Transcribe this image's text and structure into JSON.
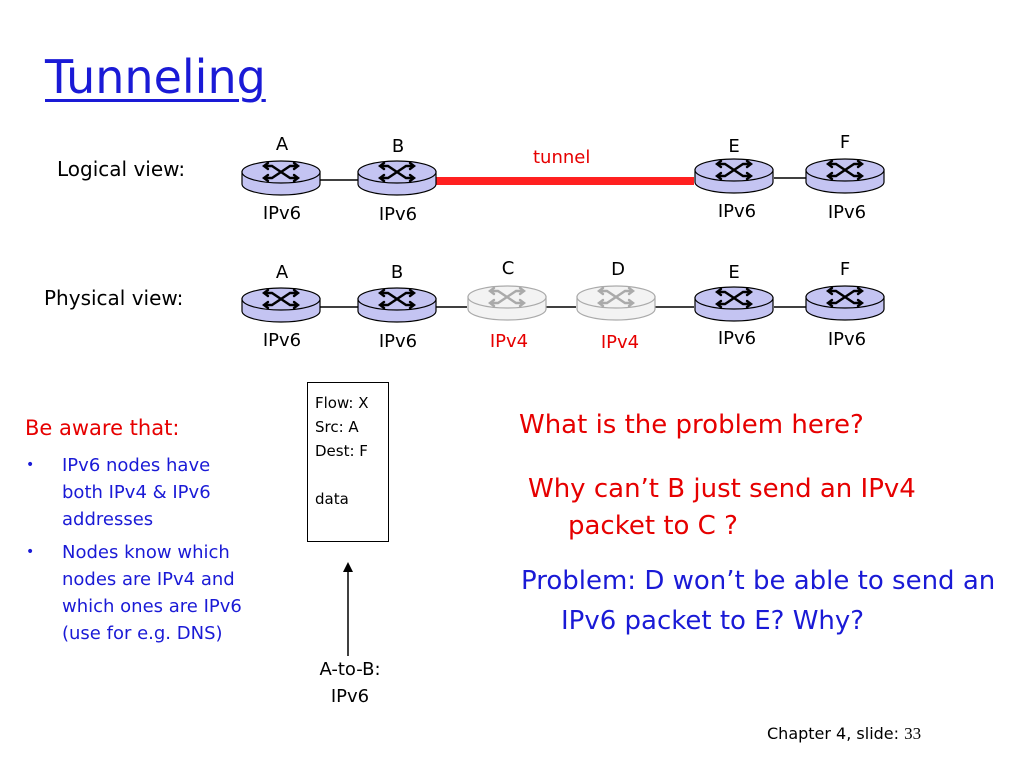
{
  "title": "Tunneling",
  "logical": {
    "label": "Logical view:",
    "tunnel_label": "tunnel",
    "routers": [
      {
        "name": "A",
        "proto": "IPv6"
      },
      {
        "name": "B",
        "proto": "IPv6"
      },
      {
        "name": "E",
        "proto": "IPv6"
      },
      {
        "name": "F",
        "proto": "IPv6"
      }
    ]
  },
  "physical": {
    "label": "Physical view:",
    "routers": [
      {
        "name": "A",
        "proto": "IPv6"
      },
      {
        "name": "B",
        "proto": "IPv6"
      },
      {
        "name": "C",
        "proto": "IPv4"
      },
      {
        "name": "D",
        "proto": "IPv4"
      },
      {
        "name": "E",
        "proto": "IPv6"
      },
      {
        "name": "F",
        "proto": "IPv6"
      }
    ]
  },
  "colors": {
    "blue": "#1a1ad6",
    "red": "#e60000",
    "router_fill": "#c4c4f2",
    "router_ipv4_fill": "#f3f3f3",
    "tunnel": "#ff2020"
  },
  "aware": {
    "heading": "Be aware that:",
    "bullets": [
      "IPv6 nodes have both IPv4 & IPv6 addresses",
      "Nodes know which nodes are IPv4 and which ones are IPv6 (use for e.g. DNS)"
    ]
  },
  "packet": {
    "flow": "Flow: X",
    "src": "Src: A",
    "dest": "Dest: F",
    "data": "data"
  },
  "arrow_label": {
    "line1": "A-to-B:",
    "line2": "IPv6"
  },
  "questions": {
    "q1": "What is the problem here?",
    "q2": "Why can’t B just send an IPv4 packet to C ?",
    "q3": "Problem: D won’t be able to send an IPv6 packet to E? Why?"
  },
  "footer": {
    "text": "Chapter 4, slide: ",
    "number": "33"
  }
}
